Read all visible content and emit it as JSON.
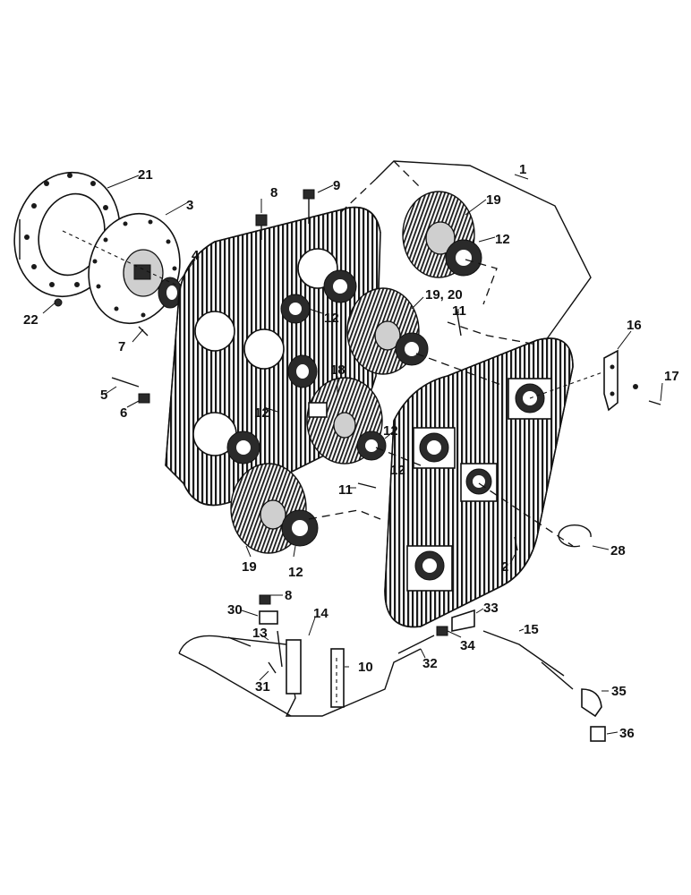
{
  "callouts": {
    "c1": "1",
    "c2": "2",
    "c3": "3",
    "c4": "4",
    "c5": "5",
    "c6": "6",
    "c7": "7",
    "c8a": "8",
    "c8b": "8",
    "c9": "9",
    "c10": "10",
    "c11a": "11",
    "c11b": "11",
    "c12a": "12",
    "c12b": "12",
    "c12c": "12",
    "c12d": "12",
    "c12e": "12",
    "c12f": "12",
    "c13": "13",
    "c14": "14",
    "c15": "15",
    "c16": "16",
    "c17": "17",
    "c18": "18",
    "c19a": "19",
    "c19b": "19, 20",
    "c19c": "19",
    "c21": "21",
    "c22": "22",
    "c28": "28",
    "c30": "30",
    "c31": "31",
    "c32": "32",
    "c33": "33",
    "c34": "34",
    "c35": "35",
    "c36": "36"
  }
}
